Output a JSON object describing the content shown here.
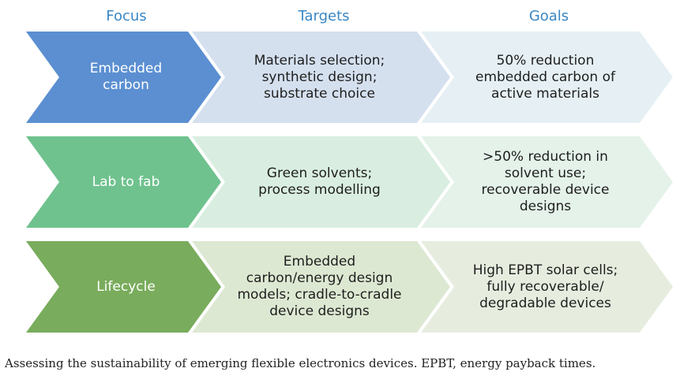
{
  "headers": {
    "focus": "Focus",
    "targets": "Targets",
    "goals": "Goals"
  },
  "colors": {
    "header_text": "#3a87c4",
    "row1": {
      "focus": "#5b8fd1",
      "targets": "#d5e0ef",
      "goals": "#e6f0f4"
    },
    "row2": {
      "focus": "#6fc28e",
      "targets": "#d9eee0",
      "goals": "#e4f2ea"
    },
    "row3": {
      "focus": "#79ac5c",
      "targets": "#dde8d2",
      "goals": "#e6eddf"
    }
  },
  "rows": [
    {
      "focus": "Embedded\ncarbon",
      "targets": "Materials selection;\nsynthetic design;\nsubstrate choice",
      "goals": "50% reduction\nembedded carbon of\nactive materials"
    },
    {
      "focus": "Lab to fab",
      "targets": "Green solvents;\nprocess modelling",
      "goals": ">50% reduction in\nsolvent use;\nrecoverable device\ndesigns"
    },
    {
      "focus": "Lifecycle",
      "targets": "Embedded\ncarbon/energy design\nmodels; cradle-to-cradle\ndevice designs",
      "goals": "High EPBT solar cells;\nfully recoverable/\ndegradable devices"
    }
  ],
  "caption": "Assessing the sustainability of emerging flexible electronics devices. EPBT, energy payback times."
}
